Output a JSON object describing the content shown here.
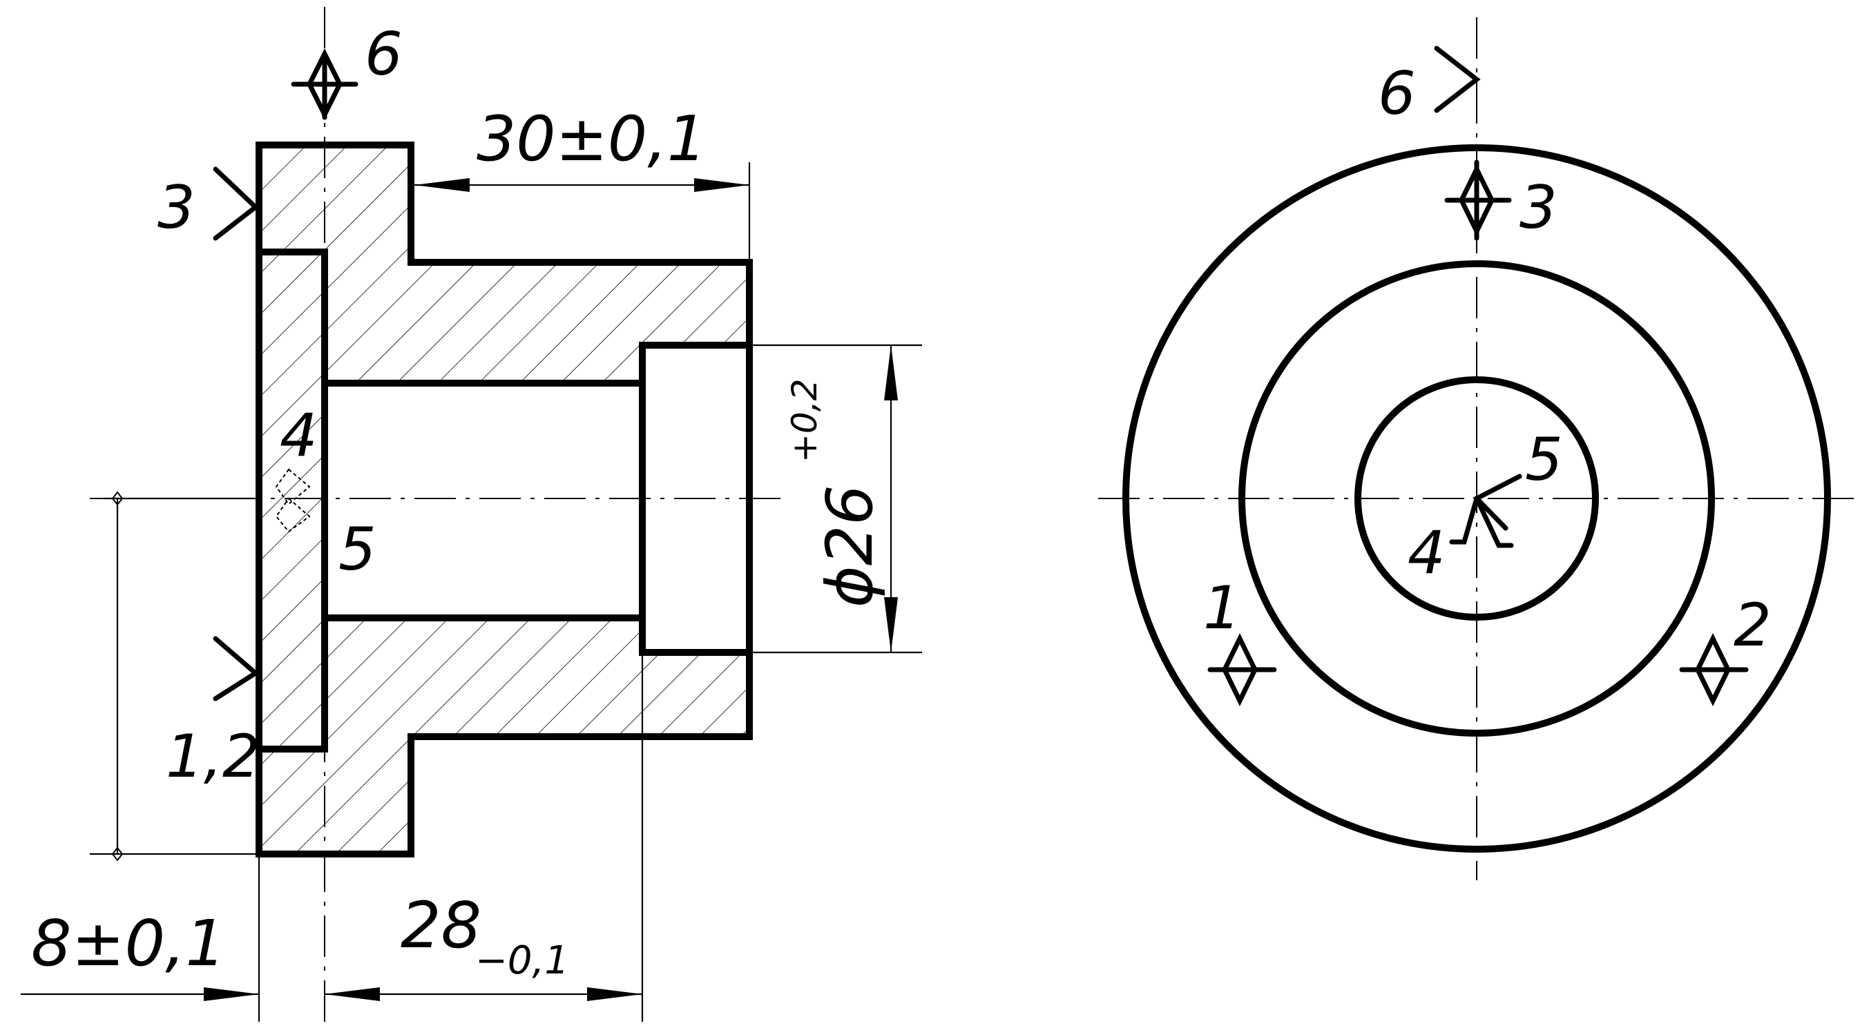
{
  "section_view": {
    "dimensions": {
      "step_length": "30±0,1",
      "bore_diameter_prefix": "ϕ26",
      "bore_diameter_tolerance": "+0,2",
      "flange_width": "8±0,1",
      "hub_length_nominal": "28",
      "hub_length_tolerance": "−0,1"
    },
    "base_labels": {
      "top_flange_face": "3",
      "top_datum": "6",
      "lower_support": "1,2",
      "bore_point_upper": "4",
      "bore_point_lower": "5"
    }
  },
  "end_view": {
    "base_labels": {
      "top_datum": "6",
      "outer_diamond": "3",
      "center_upper": "5",
      "center_lower": "4",
      "left_diamond": "1",
      "right_diamond": "2"
    }
  },
  "colors": {
    "line": "#000000",
    "background": "#ffffff"
  }
}
